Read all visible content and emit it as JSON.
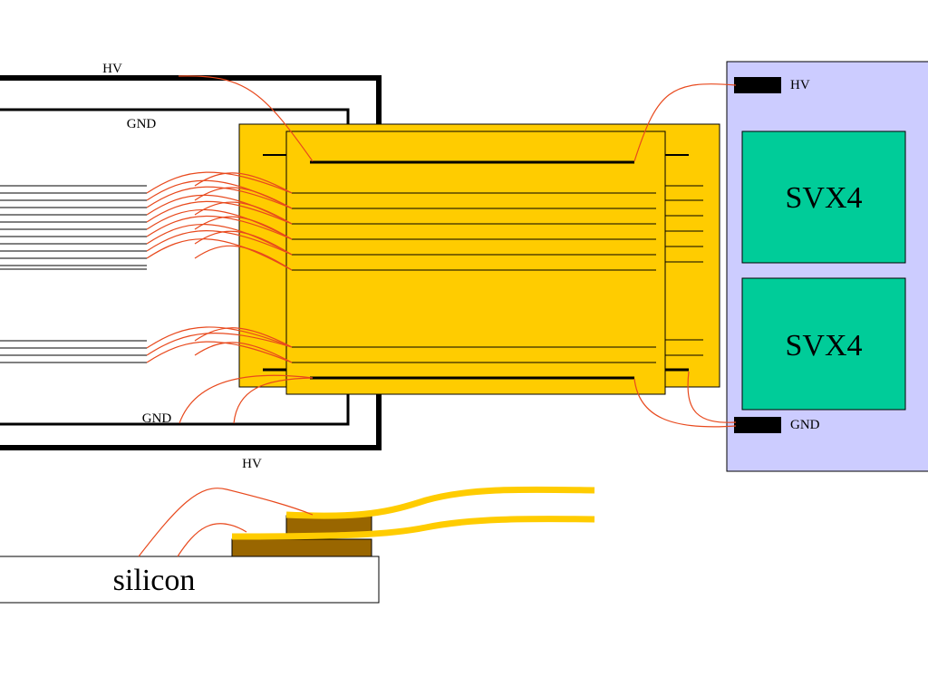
{
  "diagram": {
    "labels": {
      "hv_top_left": "HV",
      "gnd_top": "GND",
      "gnd_bottom": "GND",
      "hv_bottom": "HV",
      "hv_board": "HV",
      "gnd_board": "GND",
      "chip_1": "SVX4",
      "chip_2": "SVX4",
      "silicon": "silicon"
    },
    "colors": {
      "background": "#ffffff",
      "frame": "#000000",
      "kapton": "#ffcc00",
      "board": "#ccccff",
      "chip": "#00cc99",
      "wirebond": "#e8491d",
      "brown_block": "#996600",
      "text": "#000000"
    }
  }
}
